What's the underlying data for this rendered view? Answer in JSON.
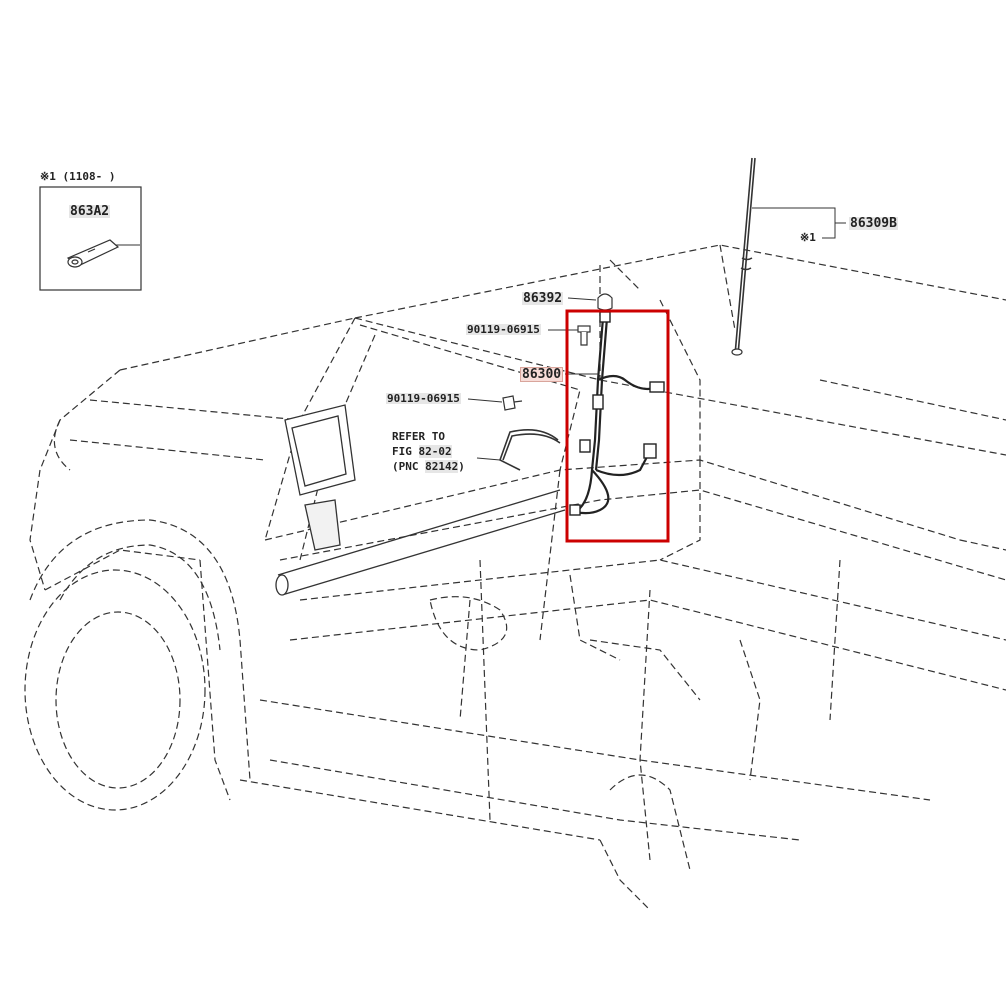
{
  "diagram": {
    "inset": {
      "header": "※1 (1108-      )",
      "part": "863A2"
    },
    "callouts": {
      "antenna": "86309B",
      "antenna_mark": "※1",
      "cap": "86392",
      "bolt_top": "90119-06915",
      "cord": "86300",
      "bolt_left": "90119-06915"
    },
    "refer": {
      "line1": "REFER TO",
      "line2_prefix": "FIG",
      "line2_ref": "82-02",
      "line3_prefix": "(PNC",
      "line3_ref": "82142",
      "line3_suffix": ")"
    },
    "highlight_color": "#cc0000",
    "line_color": "#333333"
  }
}
